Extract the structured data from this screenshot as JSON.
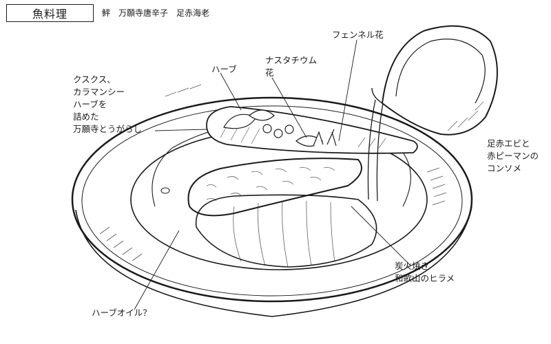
{
  "header": {
    "title": "魚料理",
    "subtitle": "鮃　万願寺唐辛子　足赤海老"
  },
  "labels": {
    "fennel_flower": "フェンネル花",
    "nasturtium": [
      "ナスタチウム",
      "花"
    ],
    "herb": "ハーブ",
    "stuffed_pepper": [
      "クスクス、",
      "カラマンシー",
      "ハーブを",
      "詰めた",
      "万願寺とうがらし"
    ],
    "consomme": [
      "足赤エビと",
      "赤ピーマンの",
      "コンソメ"
    ],
    "hirame": [
      "炭火焼き",
      "和歌山のヒラメ"
    ],
    "herb_oil": "ハーブオイル？"
  }
}
